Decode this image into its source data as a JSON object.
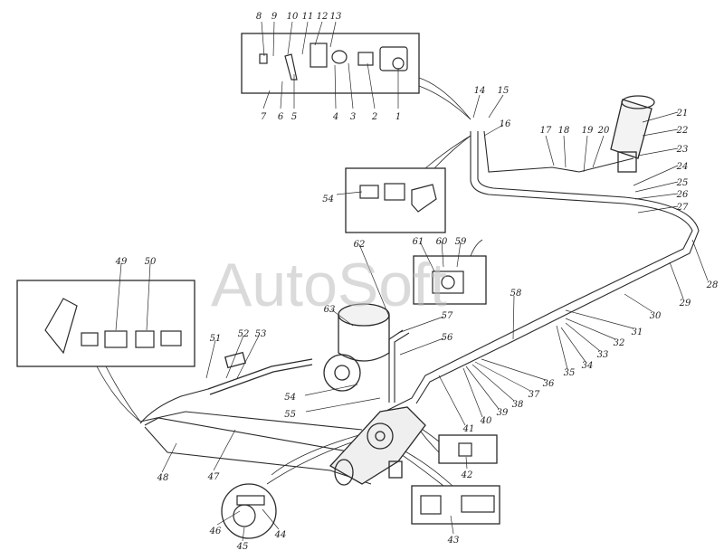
{
  "watermark": "AutoSoft",
  "callouts": [
    "1",
    "2",
    "3",
    "4",
    "5",
    "6",
    "7",
    "8",
    "9",
    "10",
    "11",
    "12",
    "13",
    "14",
    "15",
    "16",
    "17",
    "18",
    "19",
    "20",
    "21",
    "22",
    "23",
    "24",
    "25",
    "26",
    "27",
    "28",
    "29",
    "30",
    "31",
    "32",
    "33",
    "34",
    "35",
    "36",
    "37",
    "38",
    "39",
    "40",
    "41",
    "42",
    "43",
    "44",
    "45",
    "46",
    "47",
    "48",
    "49",
    "50",
    "51",
    "52",
    "53",
    "54",
    "54",
    "55",
    "56",
    "57",
    "58",
    "59",
    "60",
    "61",
    "62",
    "63"
  ]
}
